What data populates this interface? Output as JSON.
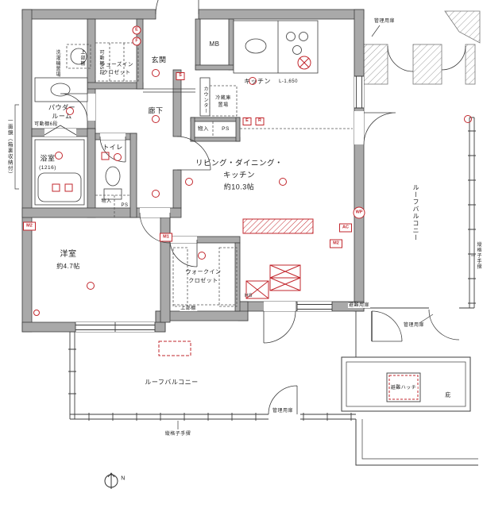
{
  "plan": {
    "compass": "N",
    "rooms": {
      "ldk_line1": "リビング・ダイニング・",
      "ldk_line2": "キッチン",
      "ldk_size": "約10.3帖",
      "western": "洋室",
      "western_size": "約4.7帖",
      "bath": "浴室",
      "bath_size": "(1216)",
      "toilet": "トイレ",
      "powder_line1": "パウダー",
      "powder_line2": "ルーム",
      "entrance": "玄関",
      "corridor": "廊下",
      "kitchen": "キッチン",
      "kitchen_counter_length": "L-1,650",
      "wic_line1": "ウォークイン",
      "wic_line2": "クロゼット",
      "sic_line1": "シューズイン",
      "sic_line2": "クロゼット",
      "roof_balcony_right": "ルーフバルコニー",
      "roof_balcony_bottom": "ルーフバルコニー"
    },
    "annotations": {
      "mb": "MB",
      "ps_hall": "PS",
      "ps_toilet": "PS",
      "storage_hall": "物入",
      "storage_toilet": "物入",
      "hs": "HS",
      "washer": "洗濯機置場",
      "shelf_5": "可動棚5段",
      "shelf_6": "可動棚6段",
      "upper_shelf_entry": "上部棚",
      "upper_shelf_wic": "上部棚",
      "counter": "カウンター",
      "fridge_line1": "冷蔵庫",
      "fridge_line2": "置場",
      "mgmt_door_top": "管理用扉",
      "mgmt_door_right": "管理用扉",
      "mgmt_door_bottom": "管理用扉",
      "evac_door": "避難用扉",
      "evac_hatch": "避難ハッチ",
      "canopy": "庇",
      "lattice_right": "縦格子手摺",
      "lattice_bottom": "縦格子手摺",
      "mirror_note": "一面鏡（箱裏収納付）"
    },
    "markers": {
      "e1": "E",
      "f1": "F",
      "s1": "S",
      "e2": "E",
      "r1": "R",
      "m1": "M1",
      "m2a": "M2",
      "m2b": "M2",
      "ac": "AC",
      "wp": "WP"
    },
    "colors": {
      "wall": "#a9a9a9",
      "line": "#3c3c3c",
      "red": "#c2272d"
    }
  }
}
